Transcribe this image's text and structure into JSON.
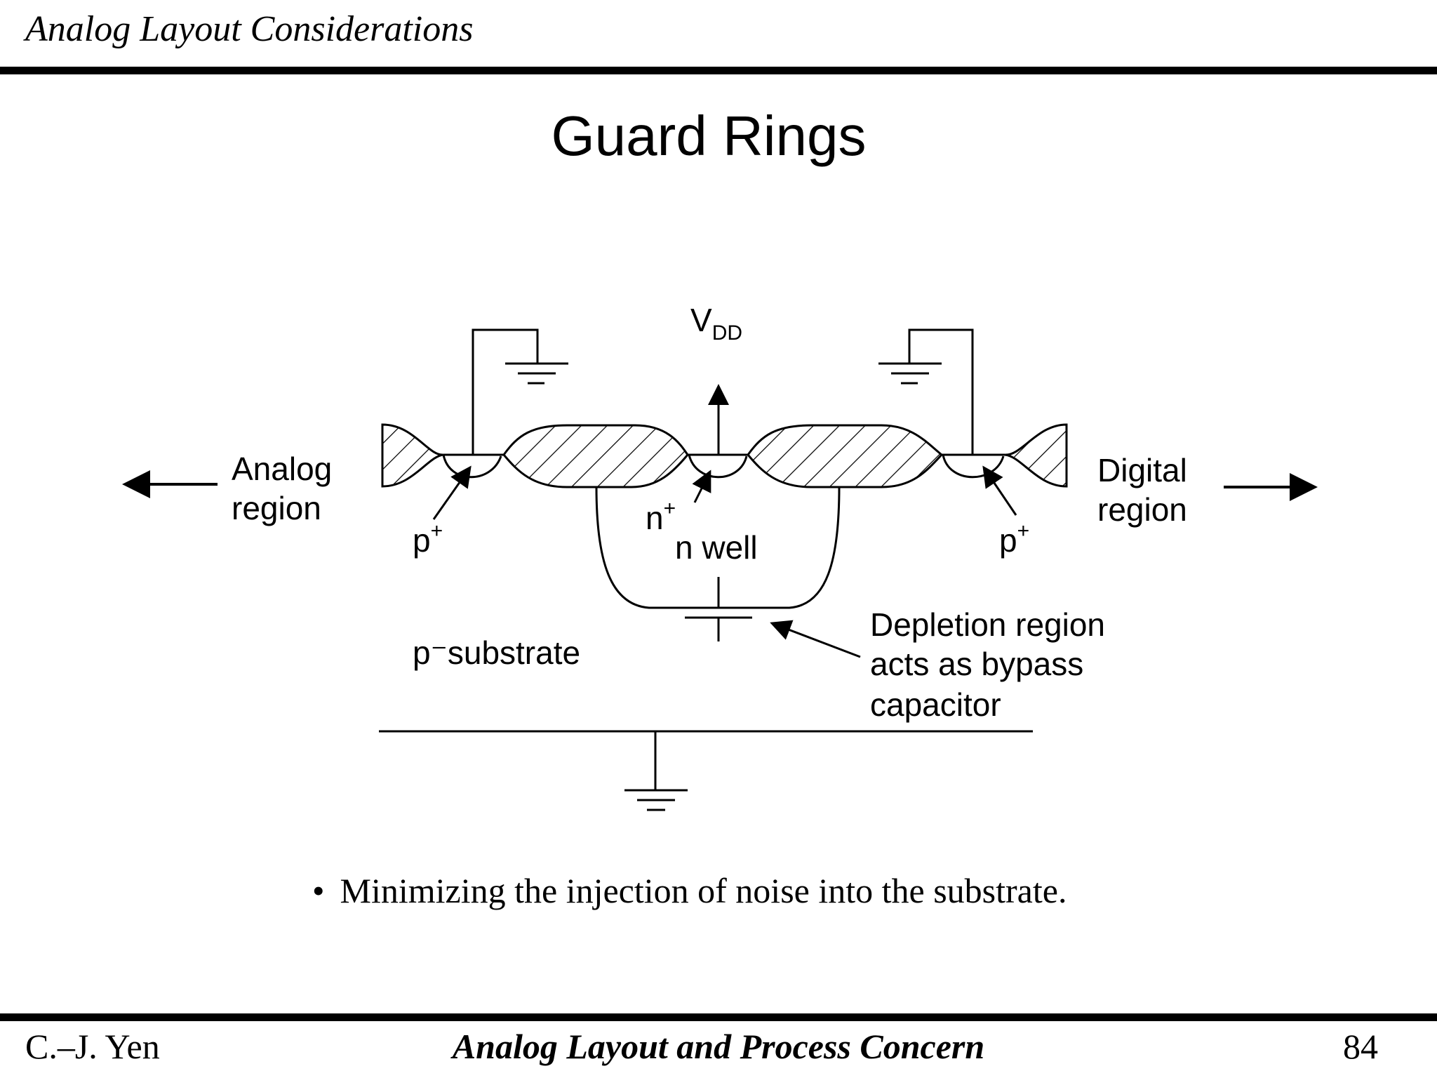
{
  "header": {
    "title": "Analog Layout Considerations"
  },
  "slide": {
    "title": "Guard Rings"
  },
  "diagram": {
    "vdd": {
      "main": "V",
      "sub": "DD"
    },
    "analog_region": [
      "Analog",
      "region"
    ],
    "digital_region": [
      "Digital",
      "region"
    ],
    "p_plus_left": {
      "main": "p",
      "sup": "+"
    },
    "p_plus_right": {
      "main": "p",
      "sup": "+"
    },
    "n_plus": {
      "main": "n",
      "sup": "+"
    },
    "n_well": "n well",
    "p_substrate": "p⁻substrate",
    "depletion_note": [
      "Depletion region",
      "acts as bypass",
      "capacitor"
    ]
  },
  "bullets": [
    "Minimizing the injection of noise into the substrate."
  ],
  "footer": {
    "author": "C.–J. Yen",
    "course": "Analog Layout and Process Concern",
    "page": "84"
  }
}
